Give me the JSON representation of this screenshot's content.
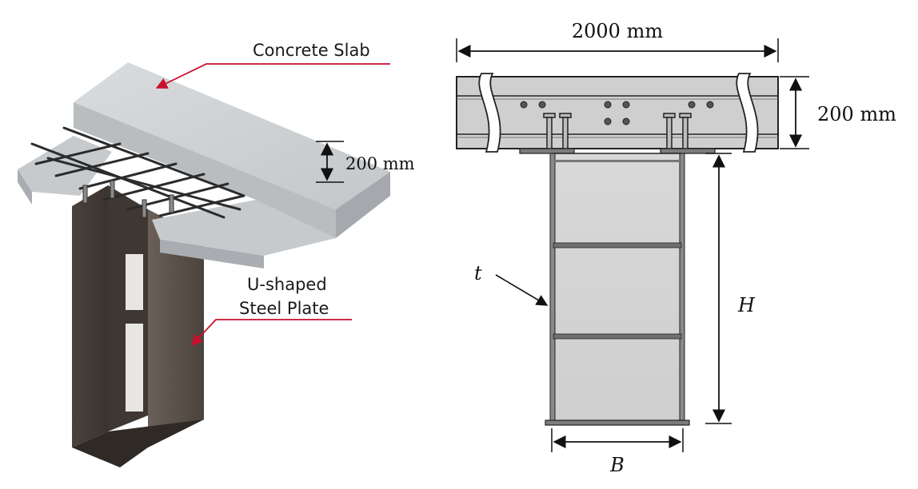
{
  "left_view": {
    "slab_label": "Concrete Slab",
    "slab_thickness": "200 mm",
    "plate_label_line1": "U-shaped",
    "plate_label_line2": "Steel Plate"
  },
  "right_view": {
    "slab_width": "2000 mm",
    "slab_thickness": "200 mm",
    "thickness_symbol": "t",
    "height_symbol": "H",
    "width_symbol": "B"
  },
  "colors": {
    "concrete": "#c9cccf",
    "steel": "#5a524b",
    "leader": "#c8102e",
    "drawing_gray": "#d4d4d4",
    "line": "#111111"
  }
}
